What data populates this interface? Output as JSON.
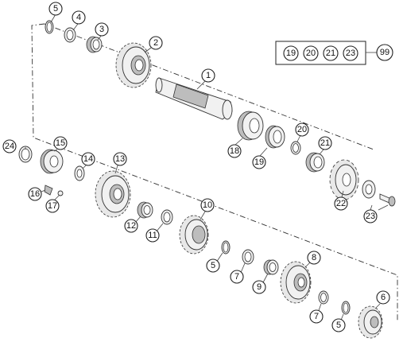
{
  "kit": {
    "items": [
      "19",
      "20",
      "21",
      "23"
    ],
    "total": "99"
  },
  "callouts": {
    "c1": "1",
    "c2": "2",
    "c3": "3",
    "c4": "4",
    "c5a": "5",
    "c5b": "5",
    "c5c": "5",
    "c6": "6",
    "c7a": "7",
    "c7b": "7",
    "c8": "8",
    "c9": "9",
    "c10": "10",
    "c11": "11",
    "c12": "12",
    "c13": "13",
    "c14": "14",
    "c15": "15",
    "c16": "16",
    "c17": "17",
    "c18": "18",
    "c19": "19",
    "c20": "20",
    "c21": "21",
    "c22": "22",
    "c23": "23",
    "c24": "24"
  }
}
